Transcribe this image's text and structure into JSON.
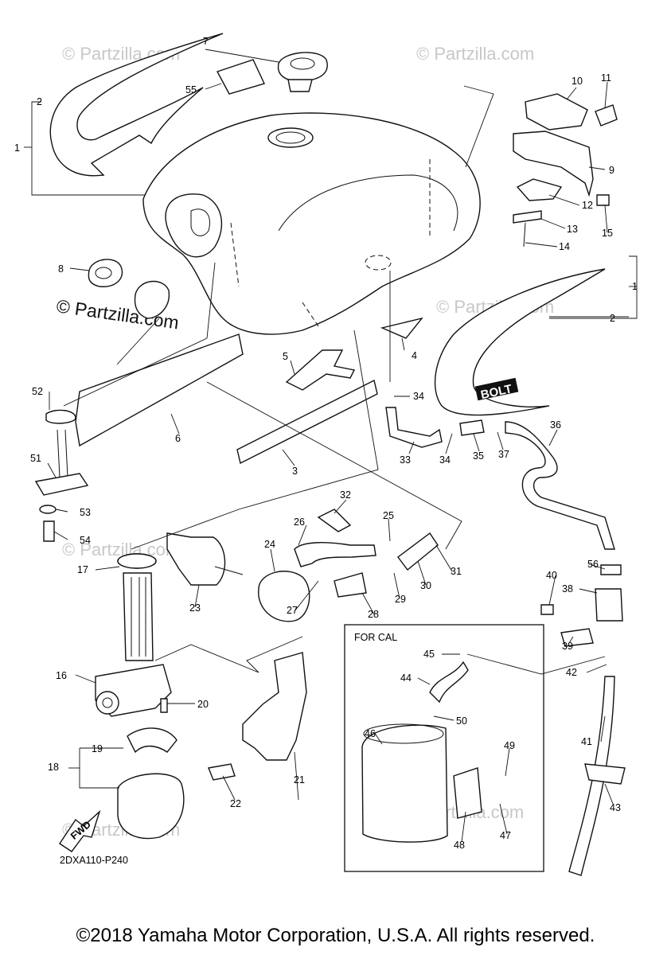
{
  "watermark": "© Partzilla.com",
  "diagram_code": "2DXA110-P240",
  "variant_box_label": "FOR CAL",
  "fwd_label": "FWD",
  "decal_text": "BOLT",
  "copyright": "©2018 Yamaha Motor Corporation, U.S.A. All rights reserved.",
  "callouts": {
    "n1a": "1",
    "n1b": "1",
    "n2a": "2",
    "n2b": "2",
    "n3": "3",
    "n4": "4",
    "n5": "5",
    "n6": "6",
    "n7": "7",
    "n8": "8",
    "n9": "9",
    "n10": "10",
    "n11": "11",
    "n12": "12",
    "n13": "13",
    "n14": "14",
    "n15": "15",
    "n16": "16",
    "n17": "17",
    "n18": "18",
    "n19": "19",
    "n20": "20",
    "n21": "21",
    "n22": "22",
    "n23": "23",
    "n24": "24",
    "n25": "25",
    "n26": "26",
    "n27": "27",
    "n28": "28",
    "n29": "29",
    "n30": "30",
    "n31": "31",
    "n32": "32",
    "n33": "33",
    "n34a": "34",
    "n34b": "34",
    "n35": "35",
    "n36": "36",
    "n37": "37",
    "n38": "38",
    "n39": "39",
    "n40": "40",
    "n41": "41",
    "n42": "42",
    "n43": "43",
    "n44": "44",
    "n45": "45",
    "n46": "46",
    "n47": "47",
    "n48": "48",
    "n49": "49",
    "n50": "50",
    "n51": "51",
    "n52": "52",
    "n53": "53",
    "n54": "54",
    "n55": "55",
    "n56": "56"
  }
}
